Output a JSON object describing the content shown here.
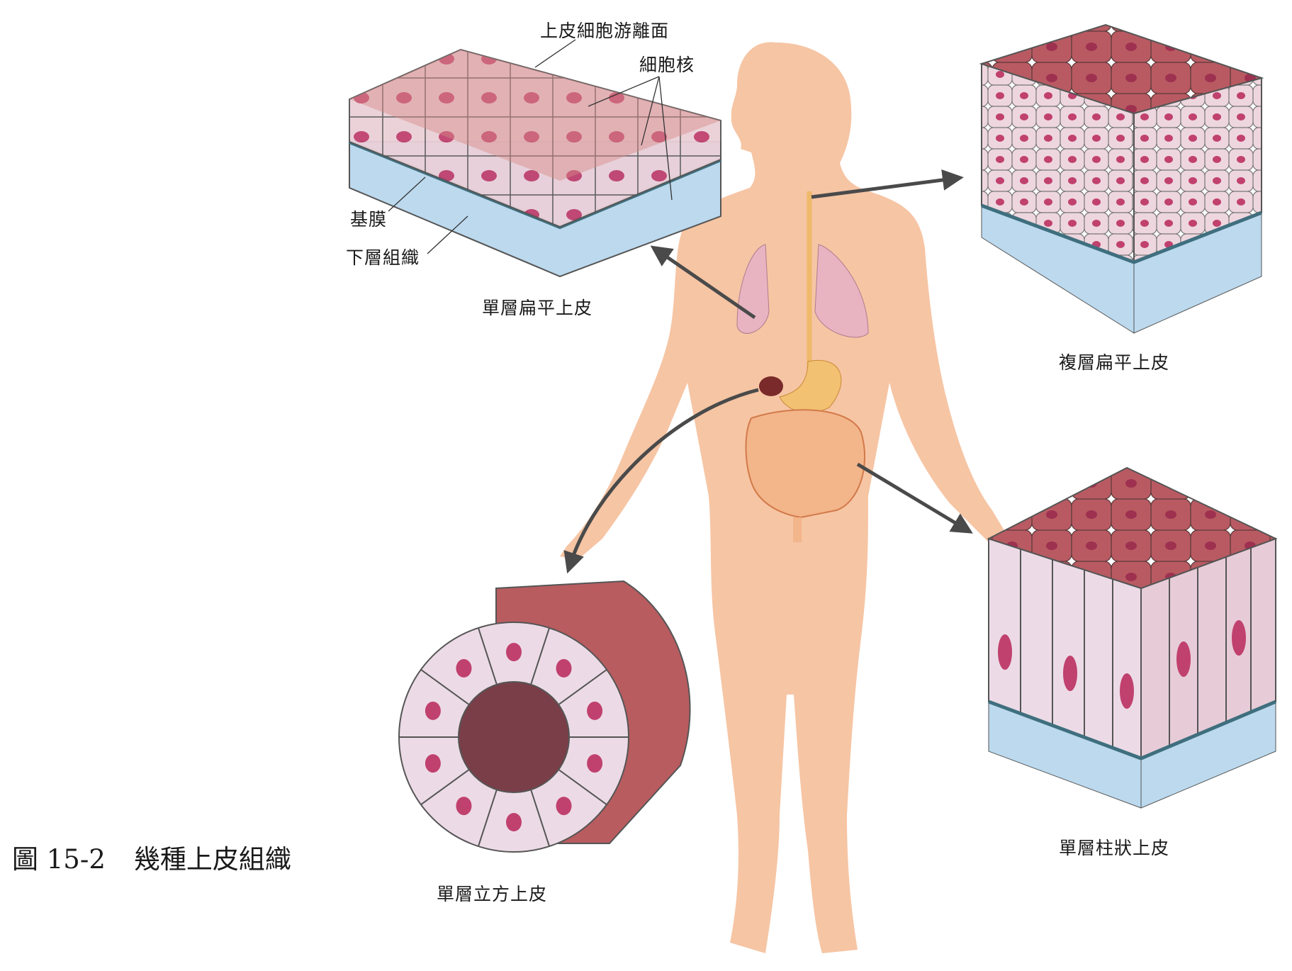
{
  "caption": {
    "figure_number": "圖 15-2",
    "title": "幾種上皮組織"
  },
  "labels": {
    "free_surface": "上皮細胞游離面",
    "nucleus": "細胞核",
    "basement_membrane": "基膜",
    "underlying_tissue": "下層組織",
    "simple_squamous": "單層扁平上皮",
    "stratified_squamous": "複層扁平上皮",
    "simple_columnar": "單層柱狀上皮",
    "simple_cuboidal": "單層立方上皮"
  },
  "colors": {
    "skin": "#f6c5a4",
    "cell": "#ecd2dc",
    "cell_top": "#b8585e",
    "nucleus": "#c0416e",
    "tissue": "#bcd9ee",
    "membrane": "#3f6f7e",
    "arrow": "#4a4a4a"
  }
}
